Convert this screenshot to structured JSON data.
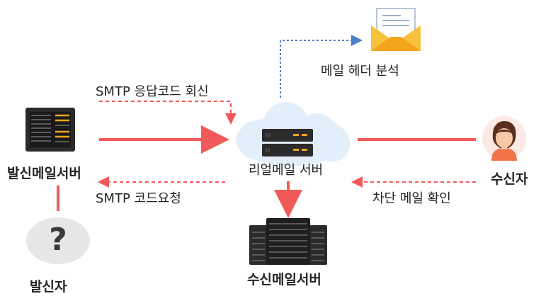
{
  "nodes": {
    "sender_server": "발신메일서버",
    "relay_server": "리얼메일 서버",
    "receiver_server": "수신메일서버",
    "sender": "발신자",
    "recipient": "수신자",
    "header_analysis": "메일 헤더 분석"
  },
  "edges": {
    "smtp_response": "SMTP 응답코드 회신",
    "smtp_request": "SMTP 코드요청",
    "blocked_check": "차단 메일 확인"
  },
  "icons": {
    "sender_server": "server-rack-icon",
    "relay_server": "cloud-server-icon",
    "receiver_server": "server-rack-icon",
    "sender": "question-mark-icon",
    "recipient": "person-avatar-icon",
    "header": "envelope-icon"
  },
  "colors": {
    "arrow_red": "#f25a5a",
    "arrow_blue": "#4a7fc8",
    "cloud": "#e2eef9",
    "server_dark": "#2b2b2b",
    "accent_orange": "#f3a51c"
  }
}
